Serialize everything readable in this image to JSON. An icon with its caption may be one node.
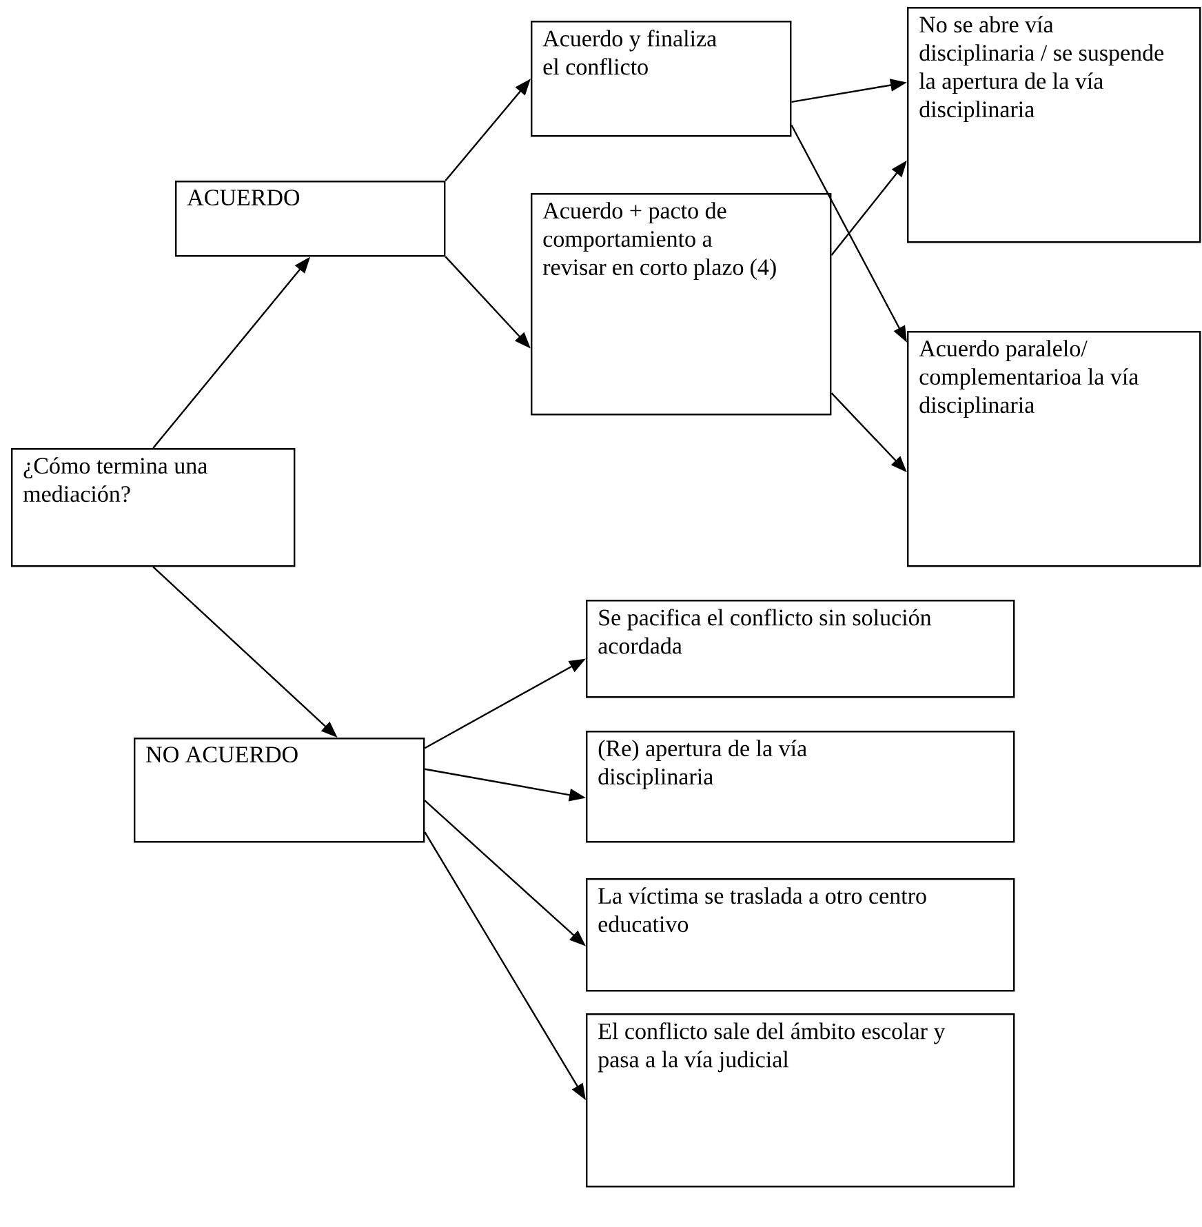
{
  "diagram": {
    "nodes": [
      {
        "text": [
          "¿Cómo termina una mediación?"
        ]
      },
      {
        "text": [
          "ACUERDO"
        ]
      },
      {
        "text": [
          "Acuerdo y finaliza el conflicto"
        ]
      },
      {
        "text": [
          "Acuerdo + pacto de comportamiento a revisar en corto plazo (4)"
        ]
      },
      {
        "text": [
          "No se abre vía disciplinaria / se suspende la apertura de la vía disciplinaria"
        ]
      },
      {
        "text": [
          "Acuerdo paralelo/ complementarioa la vía disciplinaria"
        ]
      },
      {
        "text": [
          "NO ACUERDO"
        ]
      },
      {
        "text": [
          "Se pacifica el conflicto sin solución acordada"
        ]
      },
      {
        "text": [
          "(Re) apertura de la vía disciplinaria"
        ]
      },
      {
        "text": [
          "La víctima se traslada a otro centro educativo"
        ]
      },
      {
        "text": [
          "El conflicto sale del ámbito escolar y pasa a la vía judicial"
        ]
      }
    ],
    "edges": [
      {
        "from": 0,
        "to": 1,
        "arrow": "to"
      },
      {
        "from": 0,
        "to": 6,
        "arrow": "to"
      },
      {
        "from": 1,
        "to": 2,
        "arrow": "to"
      },
      {
        "from": 1,
        "to": 3,
        "arrow": "to"
      },
      {
        "from": 2,
        "to": 4,
        "arrow": "to"
      },
      {
        "from": 2,
        "to": 5,
        "arrow": "to"
      },
      {
        "from": 3,
        "to": 4,
        "arrow": "to"
      },
      {
        "from": 3,
        "to": 5,
        "arrow": "to"
      },
      {
        "from": 6,
        "to": 7,
        "arrow": "to"
      },
      {
        "from": 6,
        "to": 8,
        "arrow": "to"
      },
      {
        "from": 6,
        "to": 9,
        "arrow": "to"
      },
      {
        "from": 6,
        "to": 10,
        "arrow": "to"
      }
    ]
  }
}
